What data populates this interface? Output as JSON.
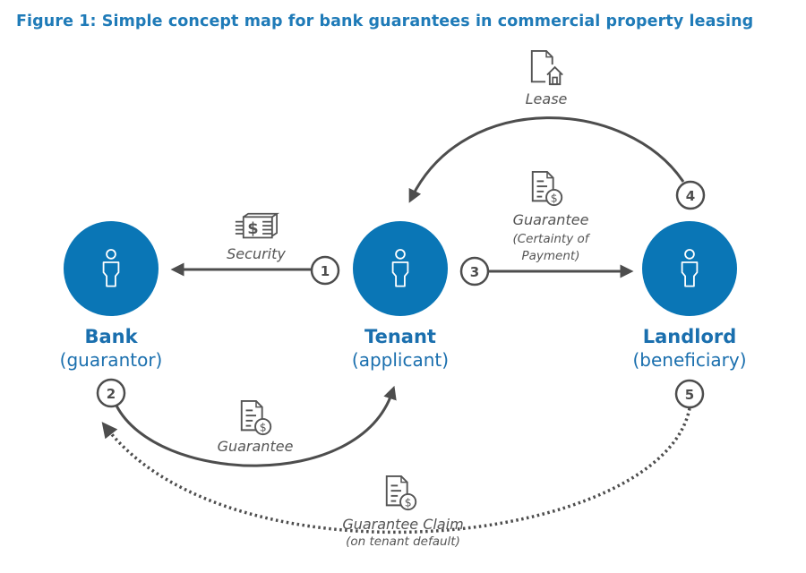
{
  "figure": {
    "title": "Figure 1: Simple concept map for bank guarantees in commercial property leasing"
  },
  "colors": {
    "accent": "#0a76b6",
    "arrow": "#4d4d4d",
    "title": "#1f7bb8"
  },
  "nodes": [
    {
      "id": "bank",
      "name": "Bank",
      "role": "(guarantor)",
      "icon": "person-icon"
    },
    {
      "id": "tenant",
      "name": "Tenant",
      "role": "(applicant)",
      "icon": "person-icon"
    },
    {
      "id": "landlord",
      "name": "Landlord",
      "role": "(beneficiary)",
      "icon": "person-icon"
    }
  ],
  "flows": [
    {
      "step": "1",
      "from": "tenant",
      "to": "bank",
      "label": "Security",
      "sublabel": "",
      "icon": "money-stack-icon",
      "style": "solid"
    },
    {
      "step": "2",
      "from": "bank",
      "to": "tenant",
      "label": "Guarantee",
      "sublabel": "",
      "icon": "document-dollar-icon",
      "style": "solid"
    },
    {
      "step": "3",
      "from": "tenant",
      "to": "landlord",
      "label": "Guarantee",
      "sublabel": "(Certainty of Payment)",
      "sublabel_line1": "(Certainty of",
      "sublabel_line2": "Payment)",
      "icon": "document-dollar-icon",
      "style": "solid"
    },
    {
      "step": "4",
      "from": "landlord",
      "to": "tenant",
      "label": "Lease",
      "sublabel": "",
      "icon": "document-house-icon",
      "style": "solid"
    },
    {
      "step": "5",
      "from": "landlord",
      "to": "bank",
      "label": "Guarantee Claim",
      "sublabel": "(on tenant default)",
      "icon": "document-dollar-icon",
      "style": "dotted"
    }
  ]
}
